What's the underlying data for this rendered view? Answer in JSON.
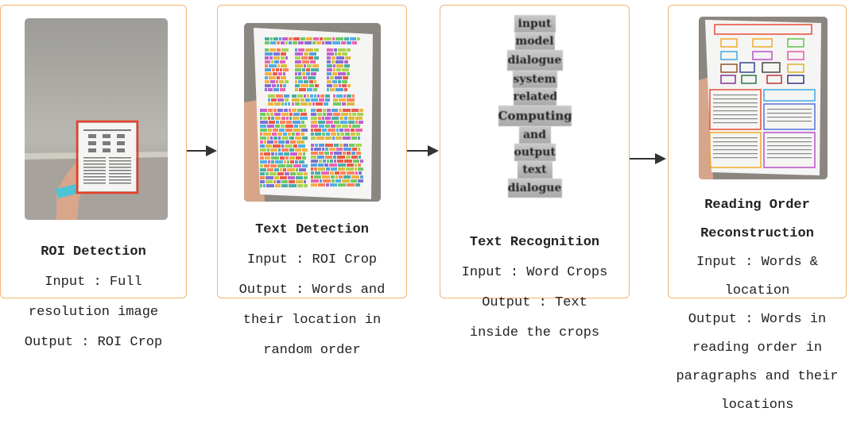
{
  "stages": [
    {
      "title": "ROI Detection",
      "lines": [
        "Input : Full",
        "resolution image",
        "Output : ROI Crop"
      ]
    },
    {
      "title": "Text Detection",
      "lines": [
        "Input : ROI Crop",
        "Output : Words and",
        "their location in",
        "random order"
      ]
    },
    {
      "title": "Text Recognition",
      "lines": [
        "Input : Word Crops",
        "Output : Text",
        "inside the crops"
      ]
    },
    {
      "title": "Reading Order",
      "title2": "Reconstruction",
      "lines": [
        "Input : Words &",
        "location",
        "Output : Words in",
        "reading order in",
        "paragraphs and their",
        "locations"
      ]
    }
  ],
  "word_crops": [
    "input",
    "model",
    "dialogue",
    "system",
    "related",
    "Computing",
    "and",
    "output",
    "text",
    "dialogue"
  ],
  "colors": {
    "stage_border": "#f2b56e",
    "roi_box": "#e8402a",
    "arrow": "#333333"
  }
}
